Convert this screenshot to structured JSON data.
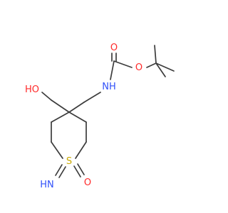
{
  "atoms": {
    "carbonyl_o": {
      "text": "O",
      "element": "O"
    },
    "ester_o": {
      "text": "O",
      "element": "O"
    },
    "nh": {
      "text": "NH",
      "element": "N"
    },
    "ho": {
      "text": "HO",
      "element": "O"
    },
    "s": {
      "text": "S",
      "element": "S"
    },
    "sulfoxide_o": {
      "text": "O",
      "element": "O"
    },
    "hn": {
      "text": "HN",
      "element": "N"
    }
  },
  "colors": {
    "bond": "#3c3c3c",
    "oxygen": "#ff2a2a",
    "nitrogen": "#3050f8",
    "sulfur": "#c8a800"
  }
}
